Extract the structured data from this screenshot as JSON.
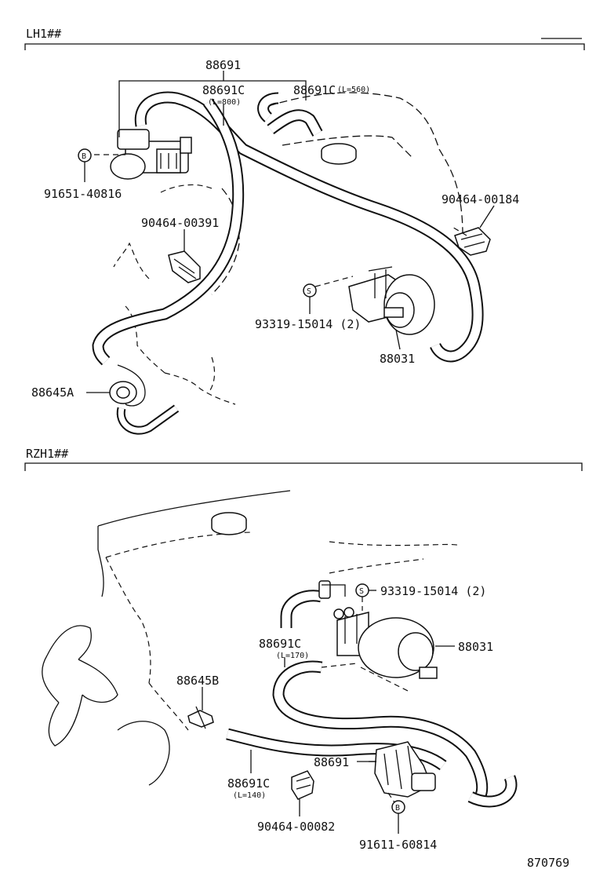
{
  "sections": [
    {
      "name": "LH1##",
      "labels": {
        "hose_assy": "88691",
        "hose_c1": "88691C",
        "hose_c1_len": "(L=800)",
        "hose_c2": "88691C",
        "hose_c2_len": "(L=560)",
        "bolt_b": "91651-40816",
        "clip_a": "90464-00391",
        "clip_b": "90464-00184",
        "screw_s": "93319-15014 (2)",
        "actuator": "88031",
        "valve": "88645A"
      },
      "symbols": {
        "bolt": "B",
        "screw": "S"
      }
    },
    {
      "name": "RZH1##",
      "labels": {
        "screw_s": "93319-15014 (2)",
        "actuator": "88031",
        "hose_c1": "88691C",
        "hose_c1_len": "(L=170)",
        "valve": "88645B",
        "hose_assy": "88691",
        "hose_c2": "88691C",
        "hose_c2_len": "(L=140)",
        "clip": "90464-00082",
        "bolt_b": "91611-60814"
      },
      "symbols": {
        "bolt": "B",
        "screw": "S"
      }
    }
  ],
  "figure_number": "870769"
}
